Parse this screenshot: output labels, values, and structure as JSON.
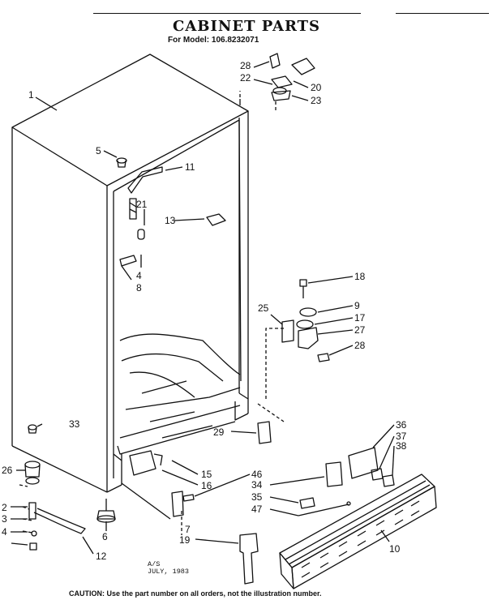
{
  "header": {
    "title": "CABINET PARTS",
    "model_line": "For Model: 106.8232071"
  },
  "footer": {
    "date_line1": "A/S",
    "date_line2": "JULY, 1983",
    "caution": "CAUTION: Use the part number on all orders, not the illustration number."
  },
  "callouts": {
    "c1": "1",
    "c2": "2",
    "c3": "3",
    "c4a": "4",
    "c4b": "4",
    "c5": "5",
    "c6": "6",
    "c7": "7",
    "c8": "8",
    "c9": "9",
    "c10": "10",
    "c11": "11",
    "c12": "12",
    "c13": "13",
    "c15": "15",
    "c16": "16",
    "c17": "17",
    "c18": "18",
    "c19": "19",
    "c20": "20",
    "c21": "21",
    "c22": "22",
    "c23": "23",
    "c25": "25",
    "c26": "26",
    "c27": "27",
    "c28a": "28",
    "c28b": "28",
    "c29": "29",
    "c33": "33",
    "c34": "34",
    "c35": "35",
    "c36": "36",
    "c37": "37",
    "c38": "38",
    "c46": "46",
    "c47": "47"
  }
}
